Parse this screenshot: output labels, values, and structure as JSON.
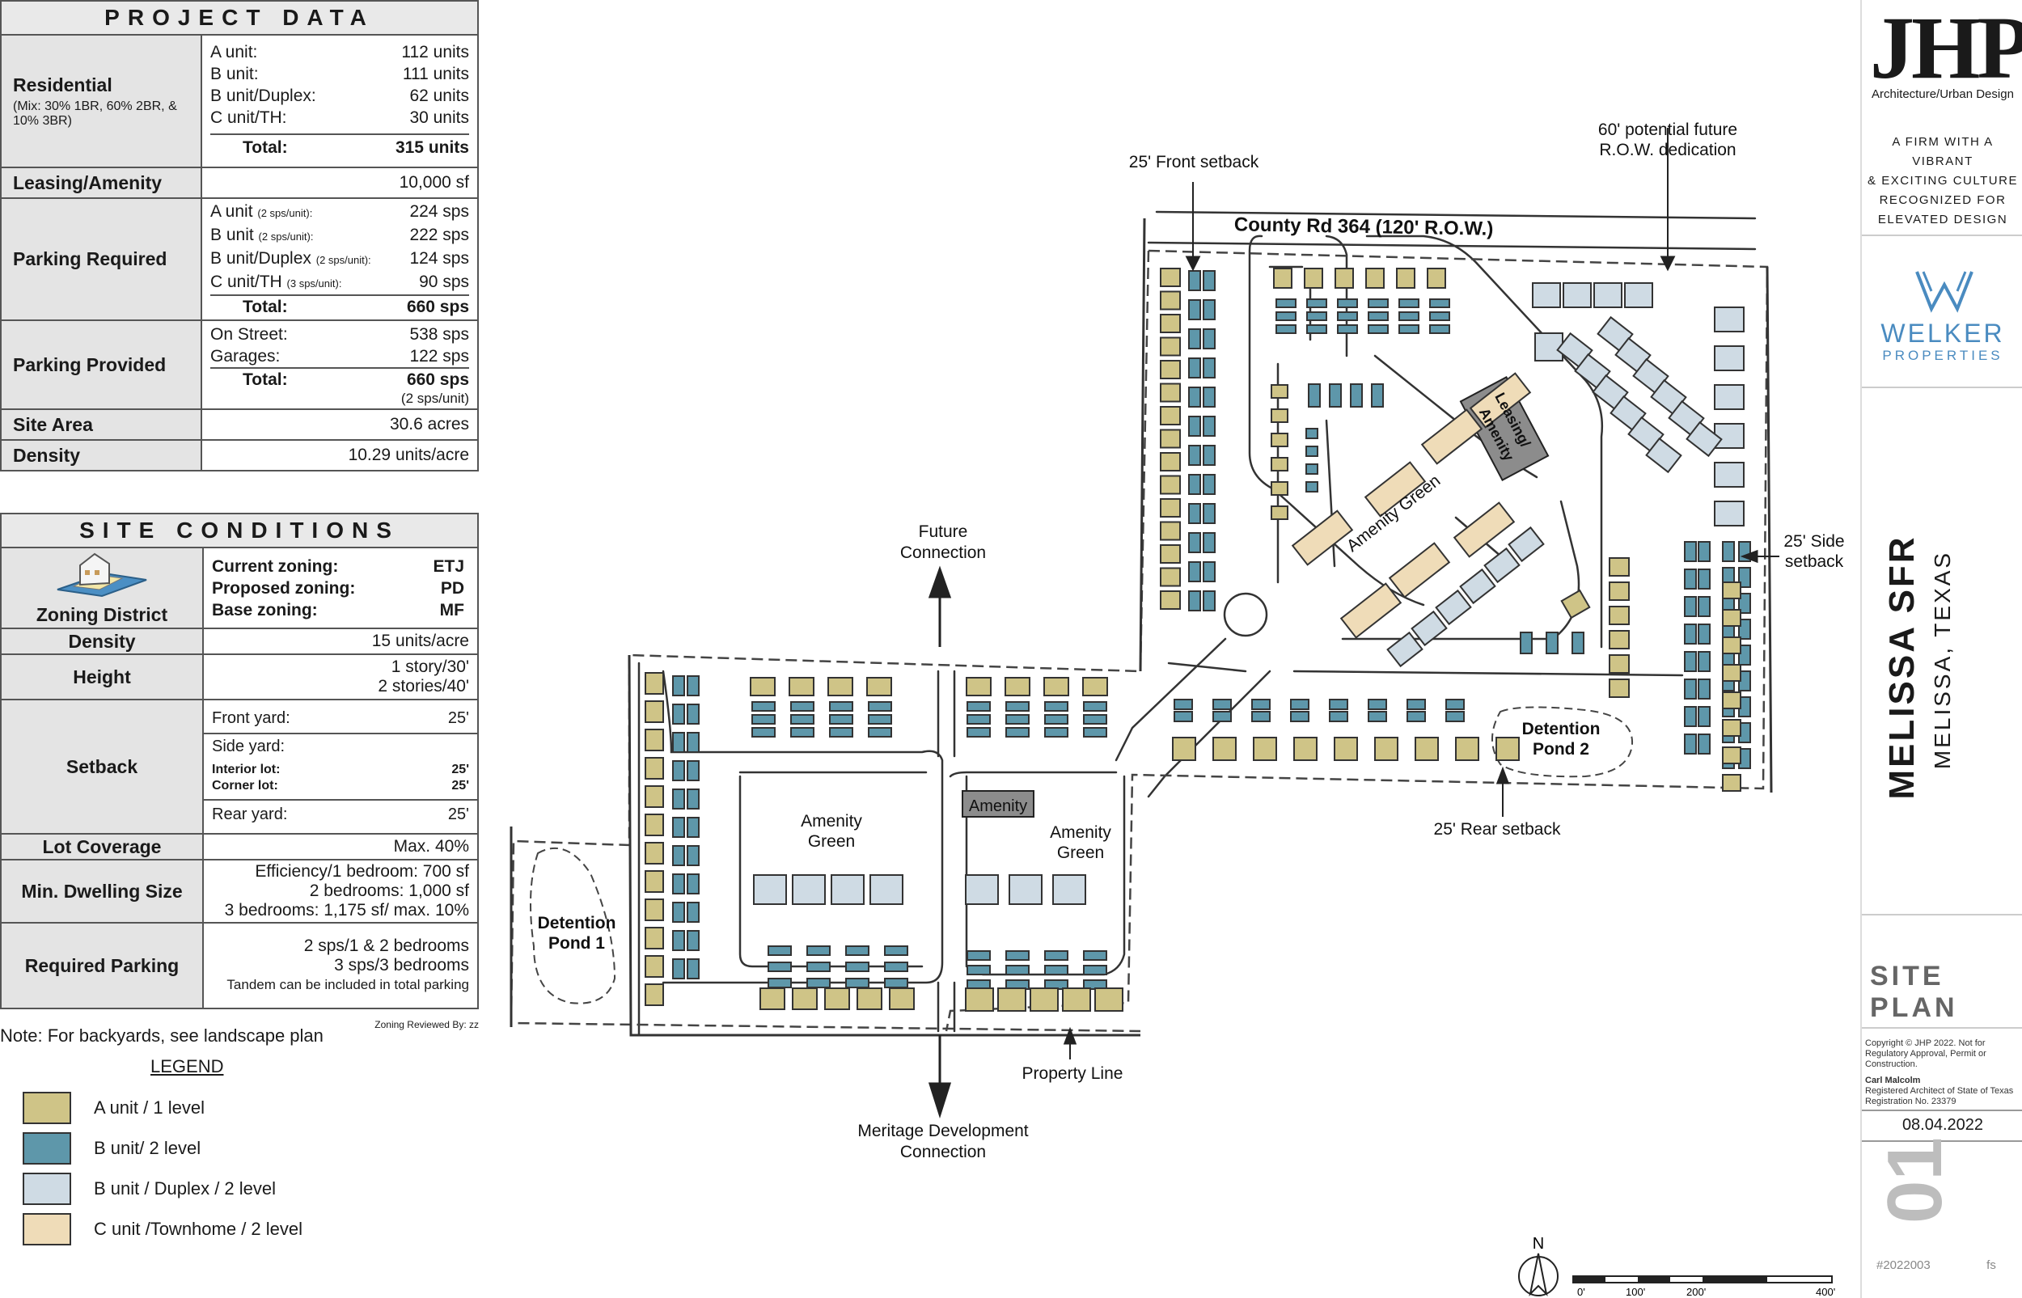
{
  "project_data": {
    "title": "PROJECT DATA",
    "residential": {
      "label": "Residential",
      "mix": "(Mix: 30% 1BR, 60% 2BR, & 10% 3BR)",
      "rows": [
        {
          "k": "A unit:",
          "v": "112 units"
        },
        {
          "k": "B unit:",
          "v": "111 units"
        },
        {
          "k": "B unit/Duplex:",
          "v": "62 units"
        },
        {
          "k": "C unit/TH:",
          "v": "30 units"
        }
      ],
      "total_label": "Total:",
      "total_value": "315 units"
    },
    "leasing": {
      "label": "Leasing/Amenity",
      "value": "10,000 sf"
    },
    "parking_required": {
      "label": "Parking Required",
      "rows": [
        {
          "k": "A unit",
          "note": "(2 sps/unit):",
          "v": "224 sps"
        },
        {
          "k": "B unit",
          "note": "(2 sps/unit):",
          "v": "222 sps"
        },
        {
          "k": "B unit/Duplex",
          "note": "(2 sps/unit):",
          "v": "124 sps"
        },
        {
          "k": "C unit/TH",
          "note": "(3 sps/unit):",
          "v": "90 sps"
        }
      ],
      "total_label": "Total:",
      "total_value": "660 sps"
    },
    "parking_provided": {
      "label": "Parking Provided",
      "rows": [
        {
          "k": "On Street:",
          "v": "538 sps"
        },
        {
          "k": "Garages:",
          "v": "122 sps"
        }
      ],
      "total_label": "Total:",
      "total_value": "660 sps",
      "total_note": "(2 sps/unit)"
    },
    "site_area": {
      "label": "Site Area",
      "value": "30.6 acres"
    },
    "density": {
      "label": "Density",
      "value": "10.29 units/acre"
    }
  },
  "site_conditions": {
    "title": "SITE CONDITIONS",
    "zoning": {
      "label": "Zoning District",
      "rows": [
        {
          "k": "Current zoning:",
          "v": "ETJ"
        },
        {
          "k": "Proposed zoning:",
          "v": "PD"
        },
        {
          "k": "Base zoning:",
          "v": "MF"
        }
      ]
    },
    "density": {
      "label": "Density",
      "value": "15 units/acre"
    },
    "height": {
      "label": "Height",
      "line1": "1 story/30'",
      "line2": "2 stories/40'"
    },
    "setback": {
      "label": "Setback",
      "front_k": "Front yard:",
      "front_v": "25'",
      "side_k": "Side yard:",
      "interior_k": "Interior lot:",
      "interior_v": "25'",
      "corner_k": "Corner lot:",
      "corner_v": "25'",
      "rear_k": "Rear yard:",
      "rear_v": "25'"
    },
    "lot_coverage": {
      "label": "Lot Coverage",
      "value": "Max. 40%"
    },
    "dwelling": {
      "label": "Min. Dwelling Size",
      "line1": "Efficiency/1 bedroom: 700 sf",
      "line2": "2 bedrooms: 1,000 sf",
      "line3": "3 bedrooms: 1,175 sf/ max. 10%"
    },
    "req_parking": {
      "label": "Required Parking",
      "line1": "2 sps/1 & 2 bedrooms",
      "line2": "3 sps/3 bedrooms",
      "line3": "Tandem can be included in total parking"
    },
    "reviewed": "Zoning Reviewed By:  zz"
  },
  "note": "Note:  For backyards, see landscape plan",
  "legend": {
    "title": "LEGEND",
    "items": [
      {
        "label": "A unit / 1 level",
        "color": "#cfc487"
      },
      {
        "label": "B unit/ 2 level",
        "color": "#5e97aa"
      },
      {
        "label": "B unit / Duplex / 2 level",
        "color": "#cfdbe4"
      },
      {
        "label": "C unit /Townhome / 2 level",
        "color": "#efdcb8"
      }
    ]
  },
  "plan": {
    "road": "County Rd 364 (120' R.O.W.)",
    "front_setback": "25' Front setback",
    "row_dedication_1": "60' potential future",
    "row_dedication_2": "R.O.W. dedication",
    "side_setback_1": "25' Side",
    "side_setback_2": "setback",
    "rear_setback": "25' Rear setback",
    "future_1": "Future",
    "future_2": "Connection",
    "meritage_1": "Meritage Development",
    "meritage_2": "Connection",
    "property_line": "Property Line",
    "amenity_green": "Amenity Green",
    "amenity_green_a1": "Amenity",
    "amenity_green_a2": "Green",
    "amenity": "Amenity",
    "leasing_1": "Leasing/",
    "leasing_2": "Amenity",
    "pond1_1": "Detention",
    "pond1_2": "Pond 1",
    "pond2_1": "Detention",
    "pond2_2": "Pond 2",
    "north": "N",
    "scale": [
      "0'",
      "100'",
      "200'",
      "400'"
    ]
  },
  "title_block": {
    "logo": "JHP",
    "logo_sub": "Architecture/Urban Design",
    "tagline": [
      "A FIRM WITH A VIBRANT",
      "& EXCITING CULTURE",
      "RECOGNIZED FOR",
      "ELEVATED DESIGN"
    ],
    "client_1": "WELKER",
    "client_2": "PROPERTIES",
    "project": "MELISSA SFR",
    "location": "MELISSA, TEXAS",
    "sheet_title": "SITE PLAN",
    "copyright": "Copyright © JHP 2022. Not for Regulatory Approval, Permit or Construction.",
    "architect": "Carl Malcolm",
    "architect_2": "Registered Architect of State of Texas",
    "architect_3": "Registration No. 23379",
    "date": "08.04.2022",
    "sheet_no": "01",
    "job_no": "#2022003",
    "initials": "fs"
  },
  "colors": {
    "a_unit": "#cfc487",
    "b_unit": "#5e97aa",
    "duplex": "#cfdbe4",
    "townhome": "#efdcb8",
    "amenity": "#8c8c8c"
  }
}
